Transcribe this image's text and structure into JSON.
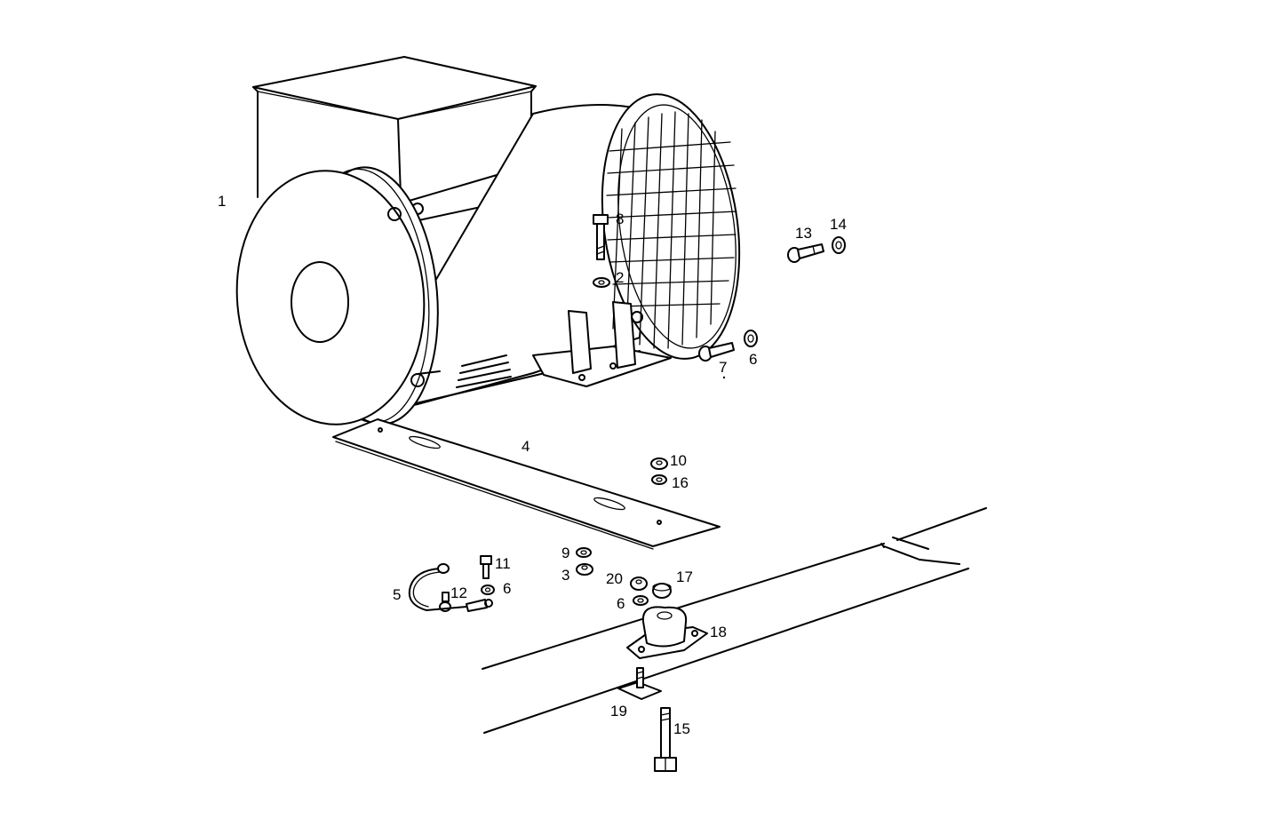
{
  "callouts": {
    "c1": "1",
    "c2": "2",
    "c3": "3",
    "c4": "4",
    "c5": "5",
    "c6a": "6",
    "c6b": "6",
    "c6c": "6",
    "c7": "7",
    "c8": "8",
    "c9": "9",
    "c10": "10",
    "c11": "11",
    "c12": "12",
    "c13": "13",
    "c14": "14",
    "c15": "15",
    "c16": "16",
    "c17": "17",
    "c18": "18",
    "c19": "19",
    "c20": "20"
  }
}
